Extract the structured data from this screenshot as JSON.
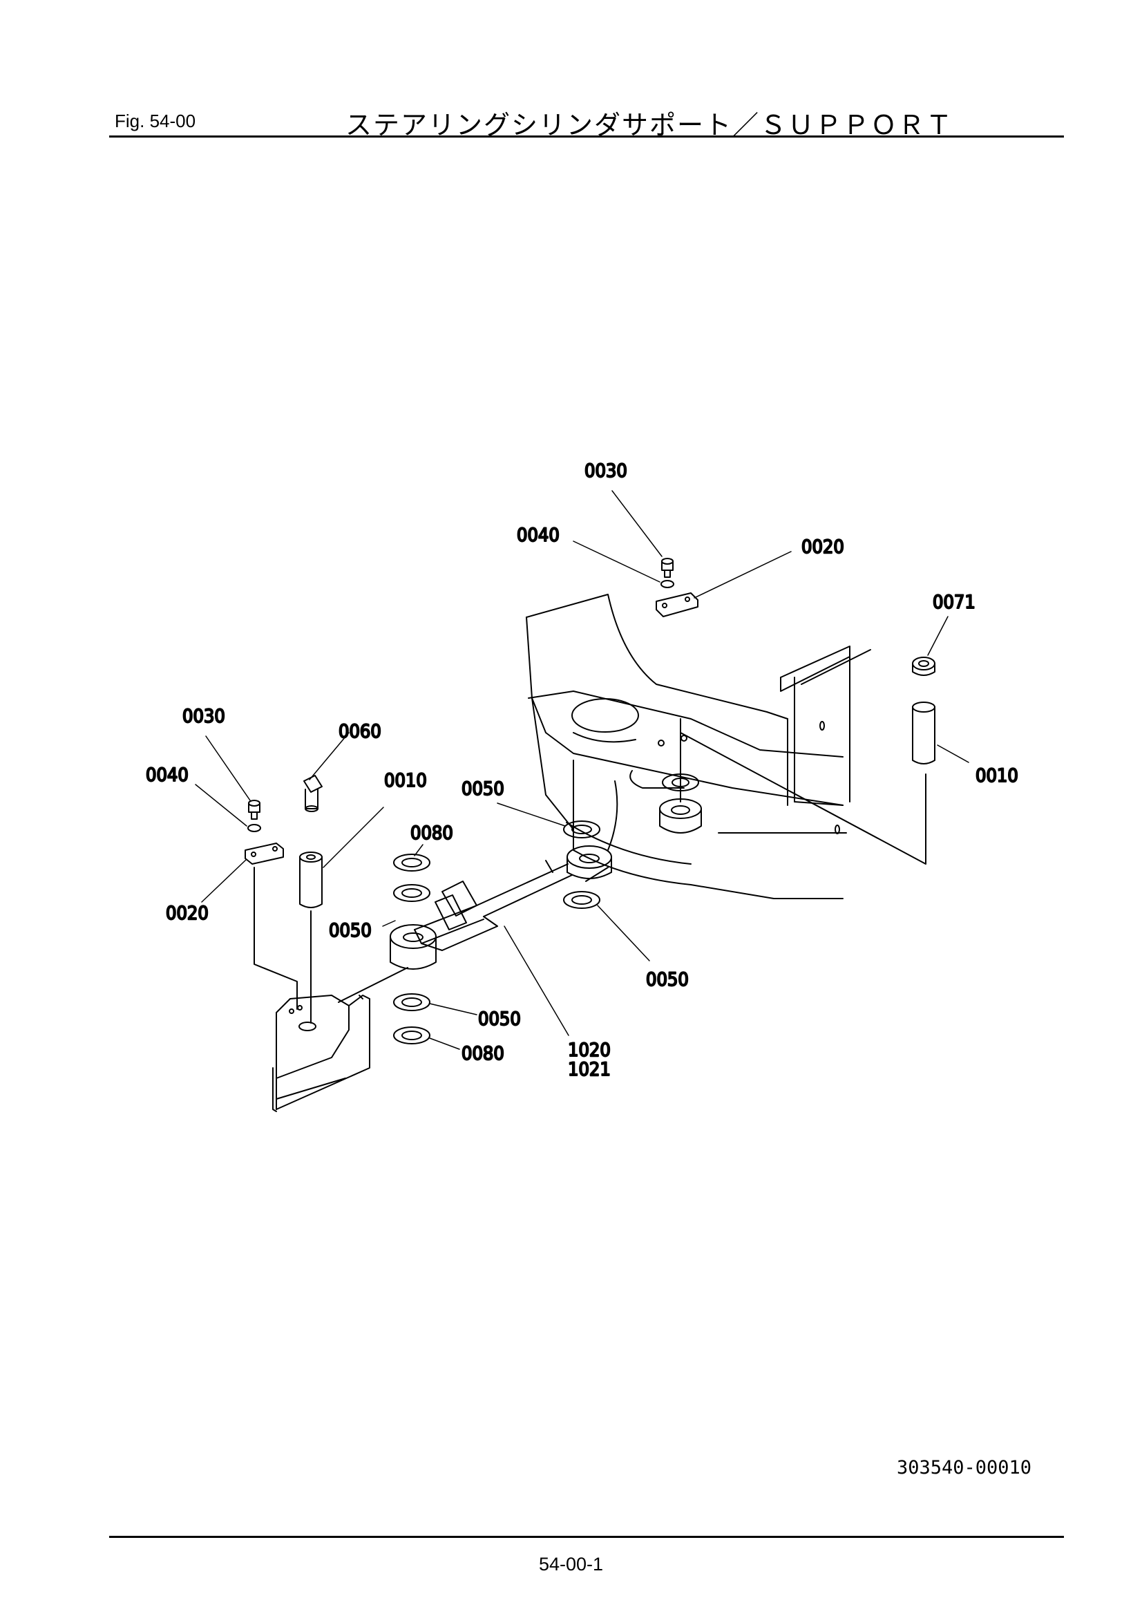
{
  "header": {
    "fig_label": "Fig.  54-00",
    "title": "ステアリングシリンダサポート／ＳＵＰＰＯＲＴ"
  },
  "callouts": {
    "c0030_top": "0030",
    "c0040_top": "0040",
    "c0020_top": "0020",
    "c0071": "0071",
    "c0010_right": "0010",
    "c0030_left": "0030",
    "c0060": "0060",
    "c0040_left": "0040",
    "c0010_left": "0010",
    "c0050_upper": "0050",
    "c0080_upper": "0080",
    "c0020_left": "0020",
    "c0050_mid": "0050",
    "c0050_right": "0050",
    "c0050_lower": "0050",
    "c0080_lower": "0080",
    "c1020": "1020",
    "c1021": "1021"
  },
  "footer": {
    "doc_number": "303540-00010",
    "page_number": "54-00-1"
  }
}
